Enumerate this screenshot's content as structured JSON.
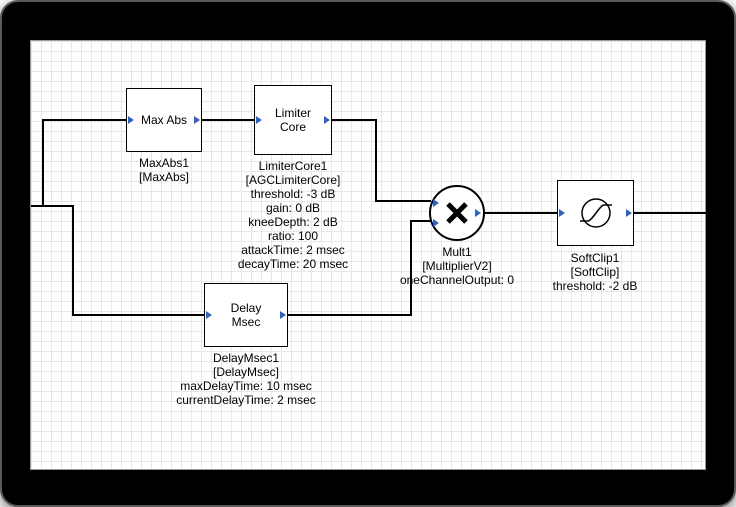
{
  "blocks": {
    "maxabs": {
      "title_lines": [
        "Max Abs"
      ],
      "labels": [
        "MaxAbs1",
        "[MaxAbs]"
      ]
    },
    "limiter": {
      "title_lines": [
        "Limiter",
        "Core"
      ],
      "labels": [
        "LimiterCore1",
        "[AGCLimiterCore]",
        "threshold: -3 dB",
        "gain: 0 dB",
        "kneeDepth: 2 dB",
        "ratio: 100",
        "attackTime: 2 msec",
        "decayTime: 20 msec"
      ]
    },
    "delay": {
      "title_lines": [
        "Delay",
        "Msec"
      ],
      "labels": [
        "DelayMsec1",
        "[DelayMsec]",
        "maxDelayTime: 10 msec",
        "currentDelayTime: 2 msec"
      ]
    },
    "mult": {
      "icon": "multiply-x-icon",
      "labels": [
        "Mult1",
        "[MultiplierV2]",
        "oneChannelOutput: 0"
      ]
    },
    "softclip": {
      "icon": "softclip-curve-icon",
      "labels": [
        "SoftClip1",
        "[SoftClip]",
        "threshold: -2 dB"
      ]
    }
  },
  "colors": {
    "pin_blue": "#3060c0",
    "wire_black": "#000000",
    "grid_gray": "#e7e7e7",
    "block_fill": "#ffffff",
    "frame_black": "#000000"
  }
}
